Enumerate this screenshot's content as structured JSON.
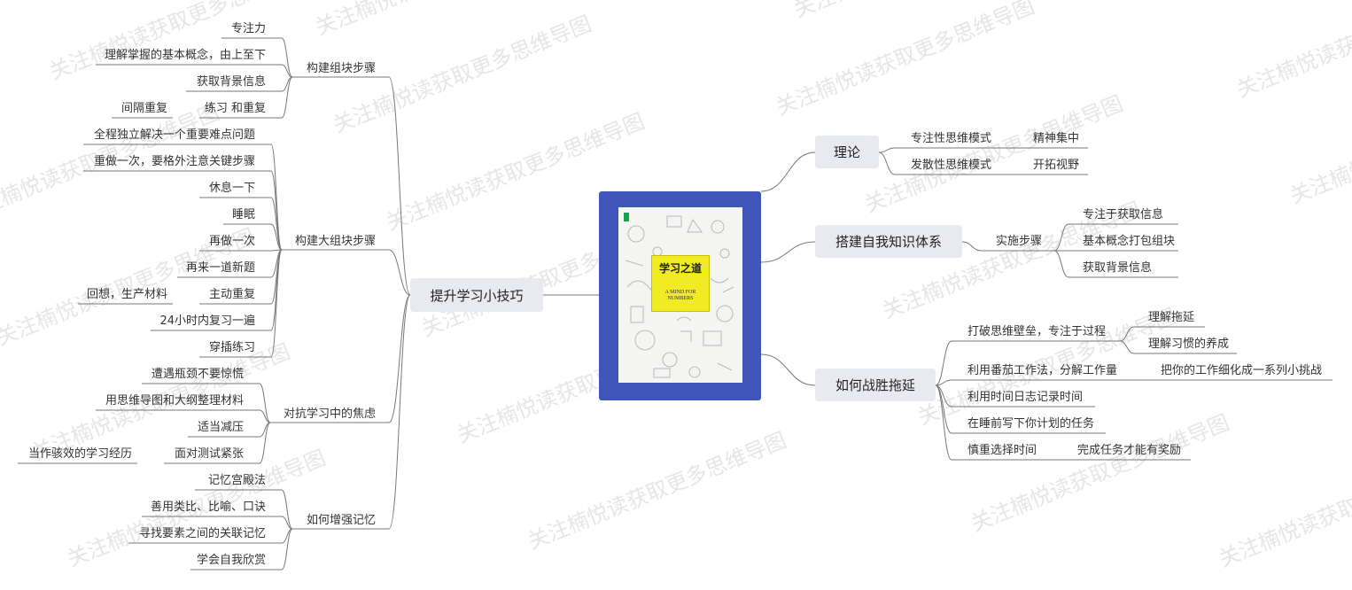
{
  "root": {
    "title": "学习之道",
    "subtitle": "A MIND FOR NUMBERS"
  },
  "watermark": "关注楠悦读获取更多思维导图",
  "colors": {
    "line": "#777777",
    "box": "#e9e9f0",
    "center": "#3f55b8",
    "cover_label": "#f2ea22"
  },
  "left": {
    "title": "提升学习小技巧",
    "groups": [
      {
        "title": "构建组块步骤",
        "items": [
          {
            "text": "专注力"
          },
          {
            "text": "理解掌握的基本概念，由上至下"
          },
          {
            "text": "获取背景信息"
          },
          {
            "text": "练习 和重复",
            "child": "间隔重复"
          }
        ]
      },
      {
        "title": "构建大组块步骤",
        "items": [
          {
            "text": "全程独立解决一个重要难点问题"
          },
          {
            "text": "重做一次，要格外注意关键步骤"
          },
          {
            "text": "休息一下"
          },
          {
            "text": "睡眠"
          },
          {
            "text": "再做一次"
          },
          {
            "text": "再来一道新题"
          },
          {
            "text": "主动重复",
            "child": "回想，生产材料"
          },
          {
            "text": "24小时内复习一遍"
          },
          {
            "text": "穿插练习"
          }
        ]
      },
      {
        "title": "对抗学习中的焦虑",
        "items": [
          {
            "text": "遭遇瓶颈不要惊慌"
          },
          {
            "text": "用思维导图和大纲整理材料"
          },
          {
            "text": "适当减压"
          },
          {
            "text": "面对测试紧张",
            "child": "当作骇效的学习经历"
          }
        ]
      },
      {
        "title": "如何增强记忆",
        "items": [
          {
            "text": "记忆宫殿法"
          },
          {
            "text": "善用类比、比喻、口诀"
          },
          {
            "text": "寻找要素之间的关联记忆"
          },
          {
            "text": "学会自我欣赏"
          }
        ]
      }
    ]
  },
  "right": [
    {
      "title": "理论",
      "items": [
        {
          "text": "专注性思维模式",
          "children": [
            "精神集中"
          ]
        },
        {
          "text": "发散性思维模式",
          "children": [
            "开拓视野"
          ]
        }
      ]
    },
    {
      "title": "搭建自我知识体系",
      "items": [
        {
          "text": "实施步骤",
          "children": [
            "专注于获取信息",
            "基本概念打包组块",
            "获取背景信息"
          ]
        }
      ]
    },
    {
      "title": "如何战胜拖延",
      "items": [
        {
          "text": "打破思维壁垒，专注于过程",
          "children": [
            "理解拖延",
            "理解习惯的养成"
          ]
        },
        {
          "text": "利用番茄工作法，分解工作量",
          "children": [
            "把你的工作细化成一系列小挑战"
          ]
        },
        {
          "text": "利用时间日志记录时间"
        },
        {
          "text": "在睡前写下你计划的任务"
        },
        {
          "text": "慎重选择时间",
          "children": [
            "完成任务才能有奖励"
          ]
        }
      ]
    }
  ]
}
